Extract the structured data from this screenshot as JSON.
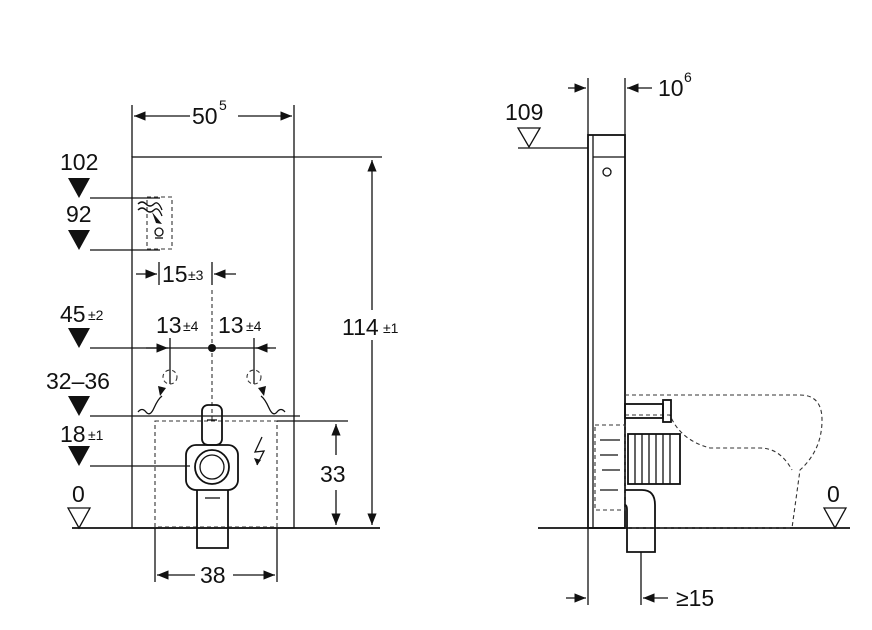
{
  "front_view": {
    "width": {
      "main": "50",
      "sup": "5"
    },
    "height": {
      "main": "114",
      "tol": "±1"
    },
    "level_102": "102",
    "level_92": "92",
    "offset_15": {
      "main": "15",
      "tol": "±3"
    },
    "level_45": {
      "main": "45",
      "tol": "±2"
    },
    "spacing_left": {
      "main": "13",
      "tol": "±4"
    },
    "spacing_right": {
      "main": "13",
      "tol": "±4"
    },
    "level_32_36": "32–36",
    "level_18": {
      "main": "18",
      "tol": "±1"
    },
    "dim_33": "33",
    "level_0": "0",
    "width_38": "38"
  },
  "side_view": {
    "level_109": "109",
    "depth": {
      "main": "10",
      "sup": "6"
    },
    "level_0": "0",
    "min_15": "≥15"
  }
}
